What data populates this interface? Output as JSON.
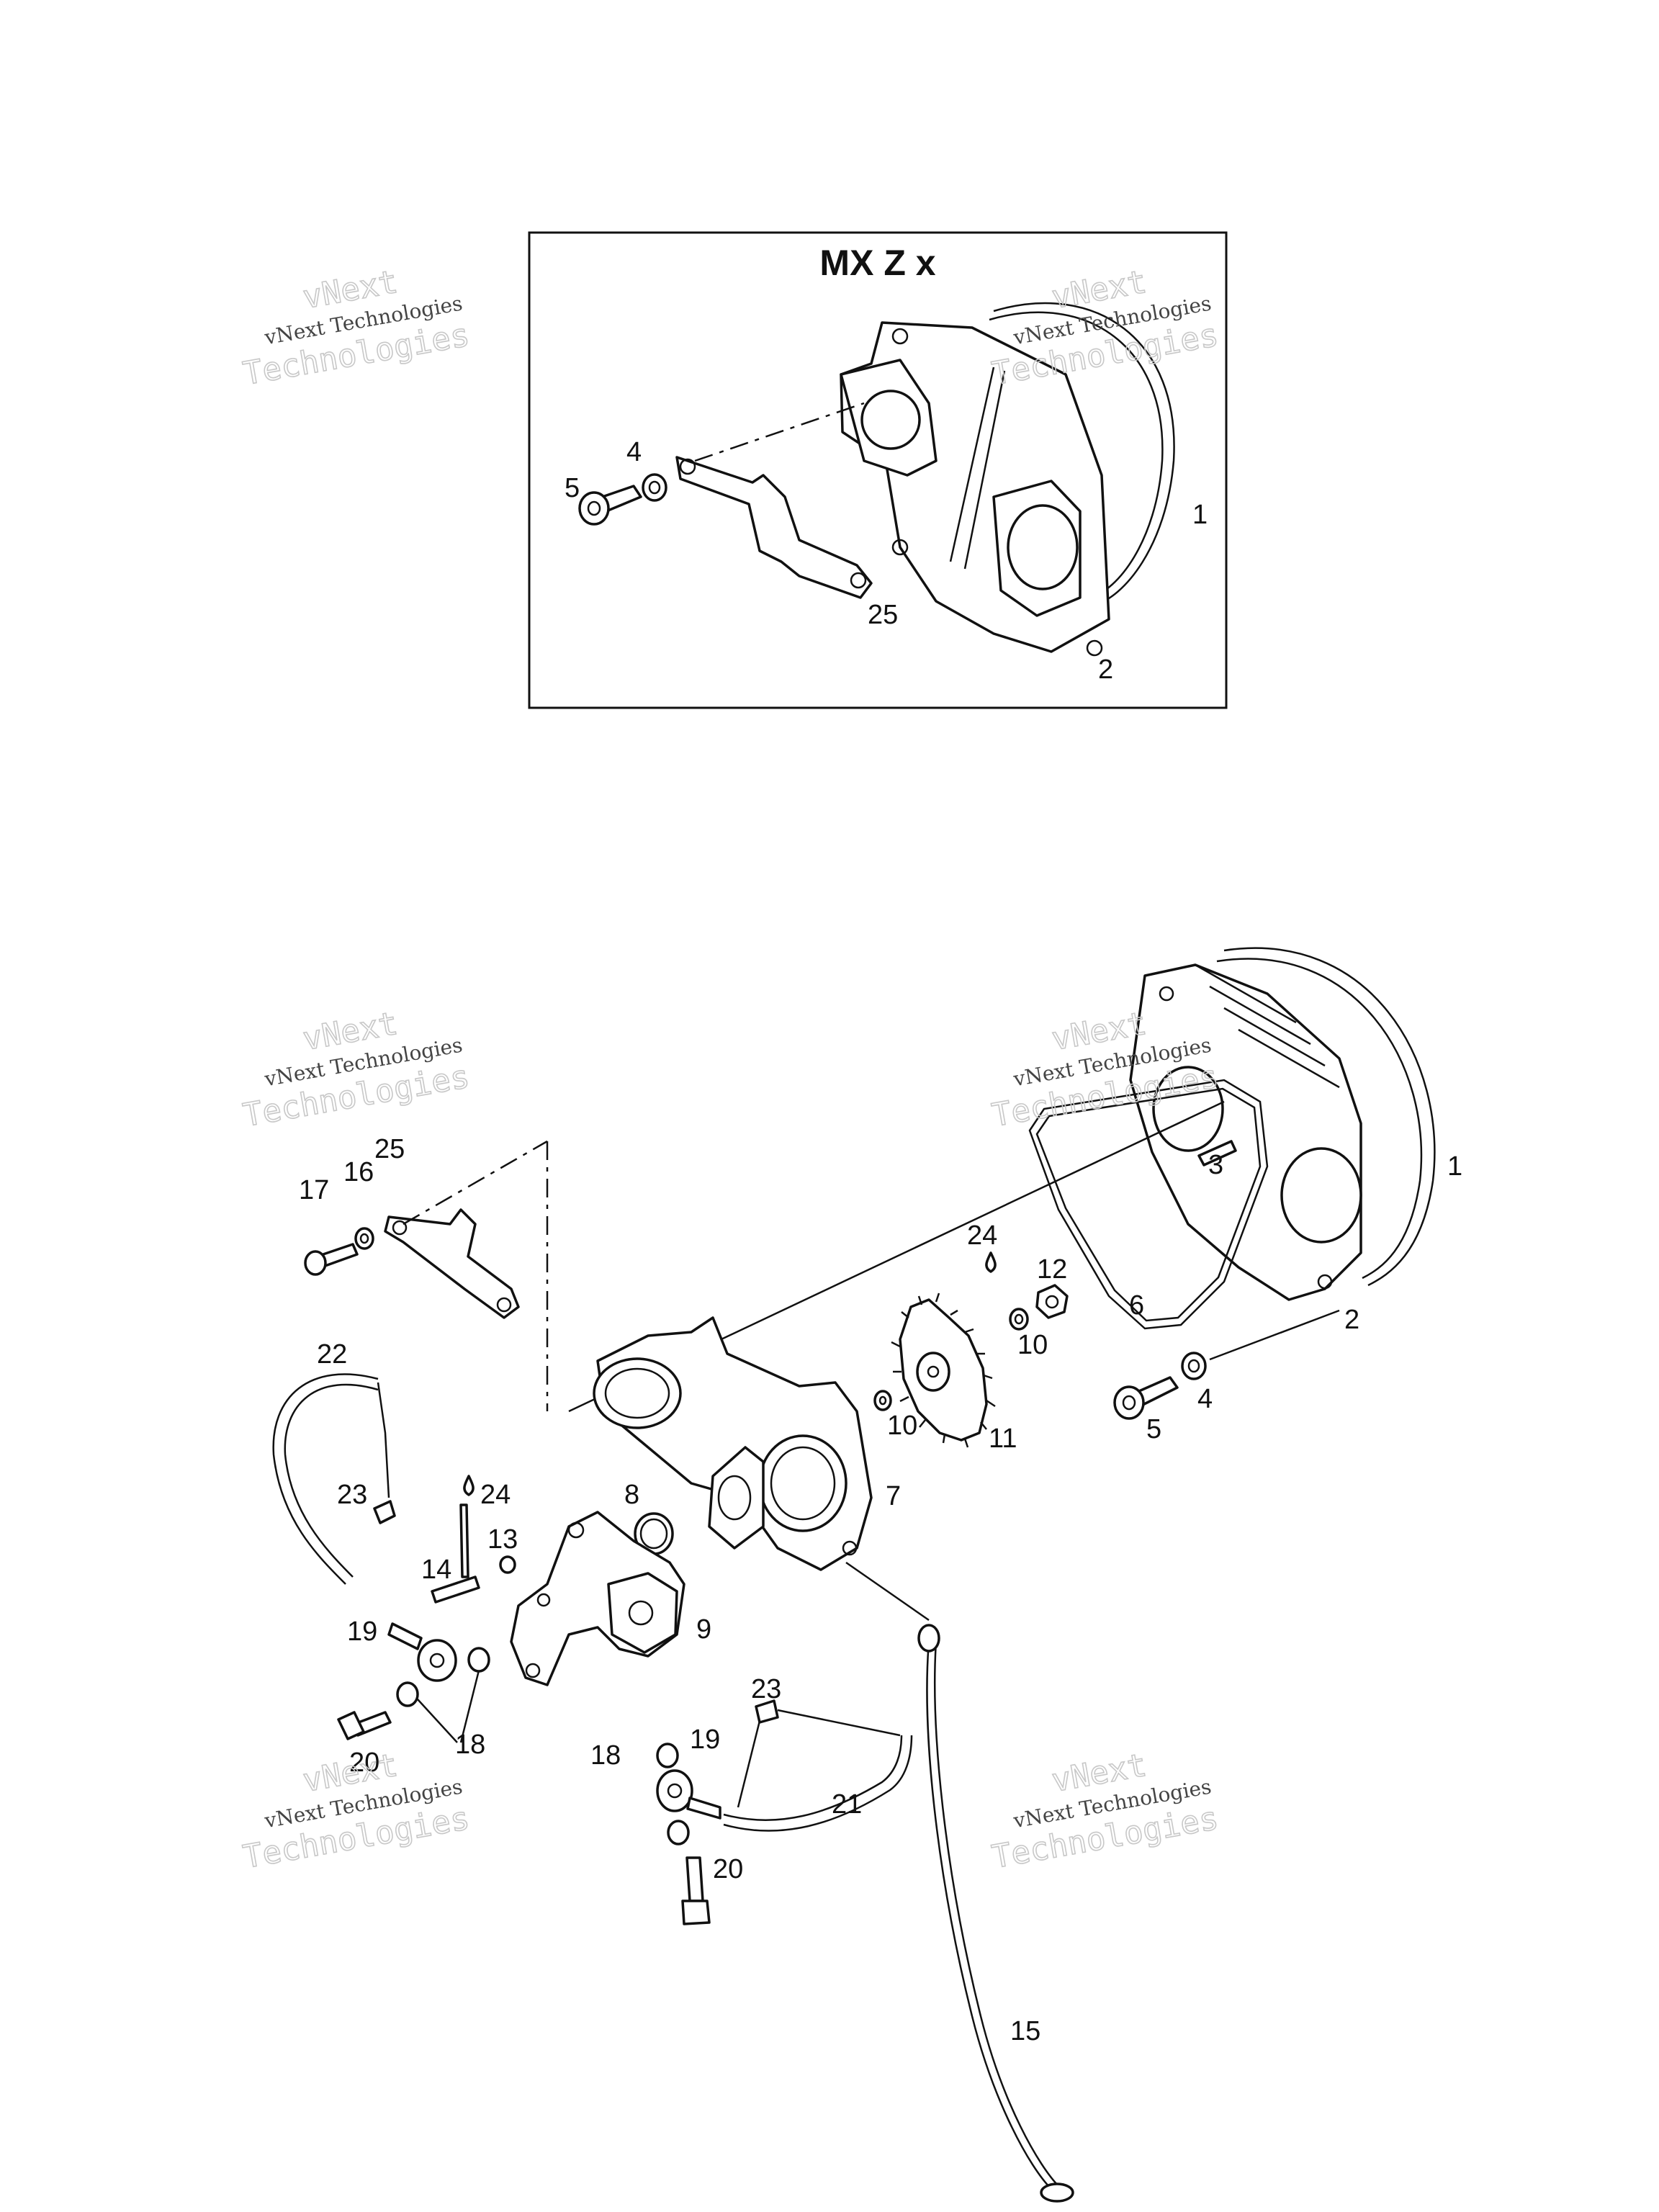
{
  "inset": {
    "title": "MX Z x",
    "labels": [
      "1",
      "2",
      "4",
      "5",
      "25"
    ]
  },
  "main": {
    "labels": [
      "1",
      "2",
      "3",
      "4",
      "5",
      "6",
      "7",
      "8",
      "9",
      "10",
      "10",
      "11",
      "12",
      "13",
      "14",
      "15",
      "16",
      "17",
      "18",
      "18",
      "19",
      "19",
      "20",
      "20",
      "21",
      "22",
      "23",
      "23",
      "24",
      "24",
      "25"
    ]
  },
  "watermark": {
    "line1": "vNext",
    "line2": "vNext Technologies",
    "line3": "Technologies"
  }
}
